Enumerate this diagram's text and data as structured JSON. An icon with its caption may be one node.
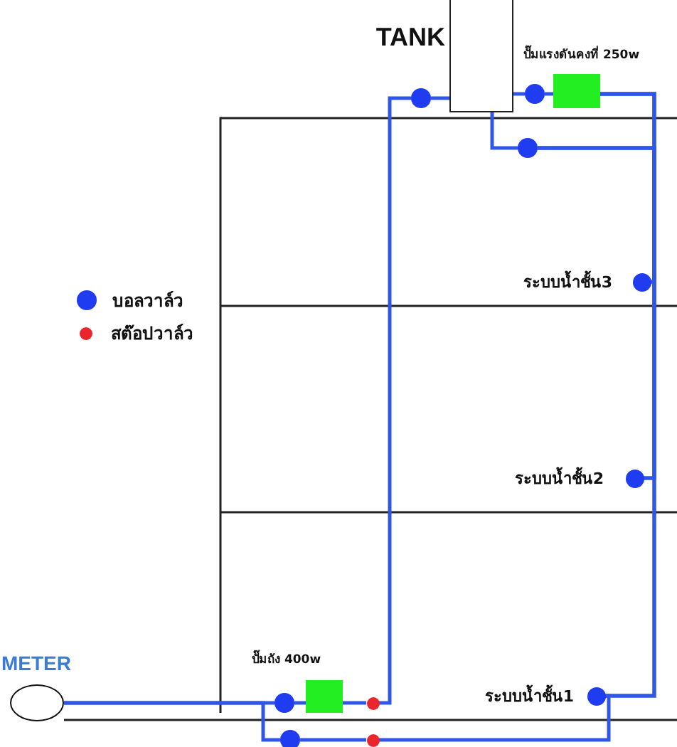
{
  "diagram": {
    "nodes": [
      {
        "text": [
          "TANK"
        ]
      },
      {
        "text": [
          "ปั๊มแรงดันคงที่ 250w"
        ]
      },
      {
        "text": [],
        "shape": "circle"
      },
      {
        "text": [],
        "shape": "circle"
      },
      {
        "text": [],
        "shape": "circle"
      },
      {
        "text": [],
        "shape": "circle",
        "beside": [
          "ระบบน้ำชั้น3"
        ]
      },
      {
        "text": [],
        "shape": "circle",
        "beside": [
          "ระบบน้ำชั้น2"
        ]
      },
      {
        "text": [
          "METER"
        ]
      },
      {
        "text": [
          "ปั๊มถัง 400w"
        ]
      },
      {
        "text": [],
        "shape": "circle"
      },
      {
        "text": [],
        "shape": "circle"
      },
      {
        "text": [],
        "shape": "circle",
        "beside": [
          "ระบบน้ำชั้น1"
        ]
      },
      {
        "text": [],
        "shape": "circle"
      },
      {
        "text": [],
        "shape": "circle"
      }
    ],
    "edges": [
      {
        "from": 7,
        "to": 9,
        "arrow": "none"
      },
      {
        "from": 7,
        "to": 12,
        "arrow": "none"
      },
      {
        "from": 9,
        "to": 8,
        "arrow": "none"
      },
      {
        "from": 8,
        "to": 10,
        "arrow": "none"
      },
      {
        "from": 10,
        "to": 2,
        "arrow": "none"
      },
      {
        "from": 2,
        "to": 0,
        "arrow": "none"
      },
      {
        "from": 0,
        "to": 3,
        "arrow": "none"
      },
      {
        "from": 3,
        "to": 1,
        "arrow": "none"
      },
      {
        "from": 0,
        "to": 4,
        "arrow": "none"
      },
      {
        "from": 1,
        "to": 5,
        "arrow": "none"
      },
      {
        "from": 1,
        "to": 6,
        "arrow": "none"
      },
      {
        "from": 1,
        "to": 11,
        "arrow": "none"
      },
      {
        "from": 4,
        "to": 5,
        "arrow": "none"
      },
      {
        "from": 4,
        "to": 6,
        "arrow": "none"
      },
      {
        "from": 4,
        "to": 11,
        "arrow": "none"
      },
      {
        "from": 12,
        "to": 13,
        "arrow": "none"
      },
      {
        "from": 13,
        "to": 11,
        "arrow": "none"
      }
    ],
    "legend": [
      {
        "text": "บอลวาล์ว",
        "color": "#1f3cf0"
      },
      {
        "text": "สต๊อปวาล์ว",
        "color": "#e8262b"
      }
    ]
  }
}
